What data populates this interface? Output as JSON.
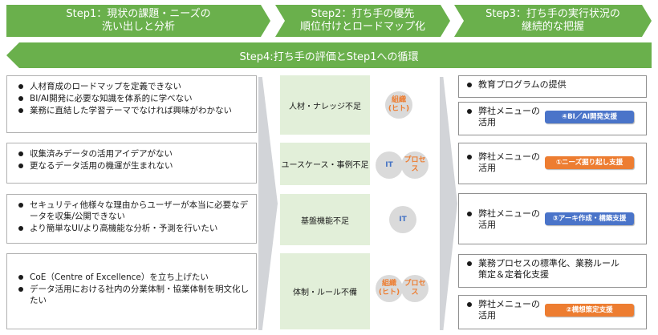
{
  "steps": [
    {
      "line1": "Step1：現状の課題・ニーズの",
      "line2": "洗い出しと分析"
    },
    {
      "line1": "Step2：打ち手の優先",
      "line2": "順位付けとロードマップ化"
    },
    {
      "line1": "Step3：打ち手の実行状況の",
      "line2": "継続的な把握"
    }
  ],
  "step4": "Step4:打ち手の評価とStep1への循環",
  "issues": [
    {
      "items": [
        "人材育成のロードマップを定義できない",
        "BI/AI開発に必要な知識を体系的に学べない",
        "業務に直結した学習テーマでなければ興味がわかない"
      ]
    },
    {
      "items": [
        "収集済みデータの活用アイデアがない",
        "更なるデータ活用の機運が生まれない"
      ]
    },
    {
      "items": [
        "セキュリティ他様々な理由からユーザーが本当に必要なデータを収集/公開できない",
        "より簡単なUI/より高機能な分析・予測を行いたい"
      ]
    },
    {
      "items": [
        "CoE（Centre of Excellence）を立ち上げたい",
        "データ活用における社内の分業体制・協業体制を明文化したい"
      ]
    }
  ],
  "categories": [
    {
      "label": "人材・ナレッジ不足"
    },
    {
      "label": "ユースケース・事例不足"
    },
    {
      "label": "基盤機能不足"
    },
    {
      "label": "体制・ルール不備"
    }
  ],
  "circles": {
    "org_line1": "組織",
    "org_line2": "(ヒト)",
    "it": "IT",
    "process": "プロセス"
  },
  "solutions": {
    "s1": "教育プログラムの提供",
    "s2_line1": "弊社メニューの",
    "s2_line2": "活用",
    "s2_tag": "④BI／AI開発支援",
    "s3_line1": "弊社メニューの",
    "s3_line2": "活用",
    "s3_tag": "①ニーズ掘り起し支援",
    "s4_line1": "弊社メニューの",
    "s4_line2": "活用",
    "s4_tag": "③アーキ作成・構築支援",
    "s5_line1": "業務プロセスの標準化、業務ルール",
    "s5_line2": "策定＆定着化支援",
    "s6_line1": "弊社メニューの",
    "s6_line2": "活用",
    "s6_tag": "②構想策定支援"
  },
  "colors": {
    "green": "#6ab04c",
    "light_green": "#e2efd9",
    "blue_tag": "#4a74c9",
    "orange_tag": "#ed7d31",
    "arrow_grey": "#d2d4d8"
  }
}
